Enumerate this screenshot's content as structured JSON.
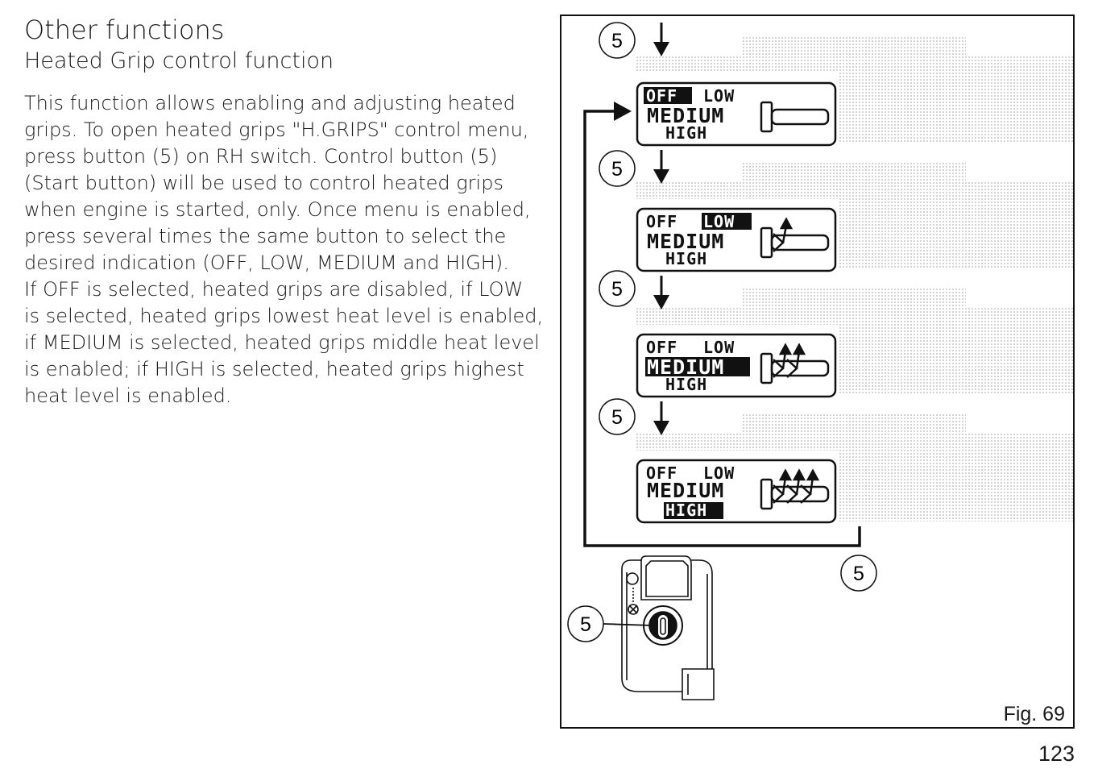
{
  "header": {
    "title": "Other functions",
    "subtitle": "Heated Grip control function"
  },
  "body_lines": [
    "This function allows enabling and adjusting heated",
    "grips. To open heated grips \"H.GRIPS\" control menu,",
    "press button (5) on RH switch. Control button (5)",
    "(Start button) will be used to control heated grips",
    "when engine is started, only. Once menu is enabled,",
    "press several times the same button to select the",
    "desired indication (OFF, LOW, MEDIUM and HIGH).",
    "If OFF is selected, heated grips are disabled, if LOW",
    "is selected, heated grips lowest heat level is enabled,",
    "if MEDIUM is selected, heated grips middle heat level",
    "is enabled; if HIGH is selected, heated grips highest",
    "heat level is enabled."
  ],
  "figure": {
    "button_callout": "5",
    "lcd_words": {
      "off": "OFF",
      "low": "LOW",
      "medium": "MEDIUM",
      "high": "HIGH"
    },
    "caption": "Fig. 69",
    "screens": [
      {
        "selected": "OFF",
        "heat_arrows": 0
      },
      {
        "selected": "LOW",
        "heat_arrows": 1
      },
      {
        "selected": "MEDIUM",
        "heat_arrows": 2
      },
      {
        "selected": "HIGH",
        "heat_arrows": 3
      }
    ]
  },
  "page_number": "123"
}
